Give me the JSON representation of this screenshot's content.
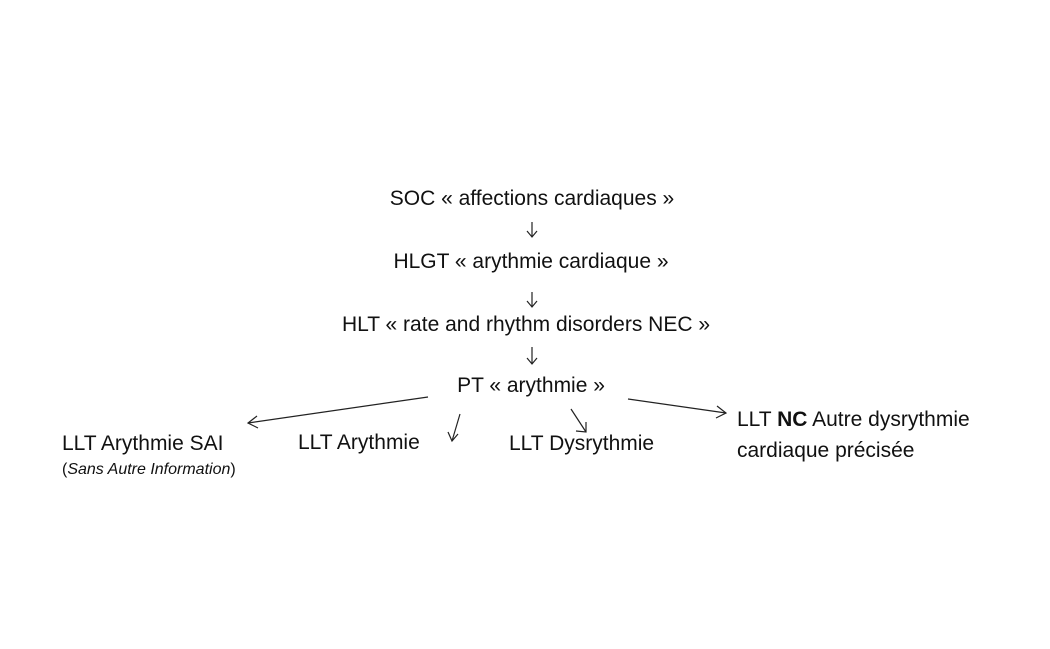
{
  "hierarchy": {
    "soc": "SOC « affections cardiaques  »",
    "hlgt": "HLGT « arythmie cardiaque »",
    "hlt": "HLT   « rate and rhythm disorders NEC »",
    "pt": "PT « arythmie »"
  },
  "llt": {
    "sai_label": "LLT Arythmie SAI",
    "sai_note_open": "(",
    "sai_note_italic": "Sans Autre Information",
    "sai_note_close": ")",
    "arythmie": "LLT Arythmie",
    "dysrythmie": "LLT Dysrythmie",
    "nc_prefix": "LLT ",
    "nc_bold": "NC",
    "nc_line1_rest": " Autre dysrythmie",
    "nc_line2": "cardiaque précisée"
  }
}
